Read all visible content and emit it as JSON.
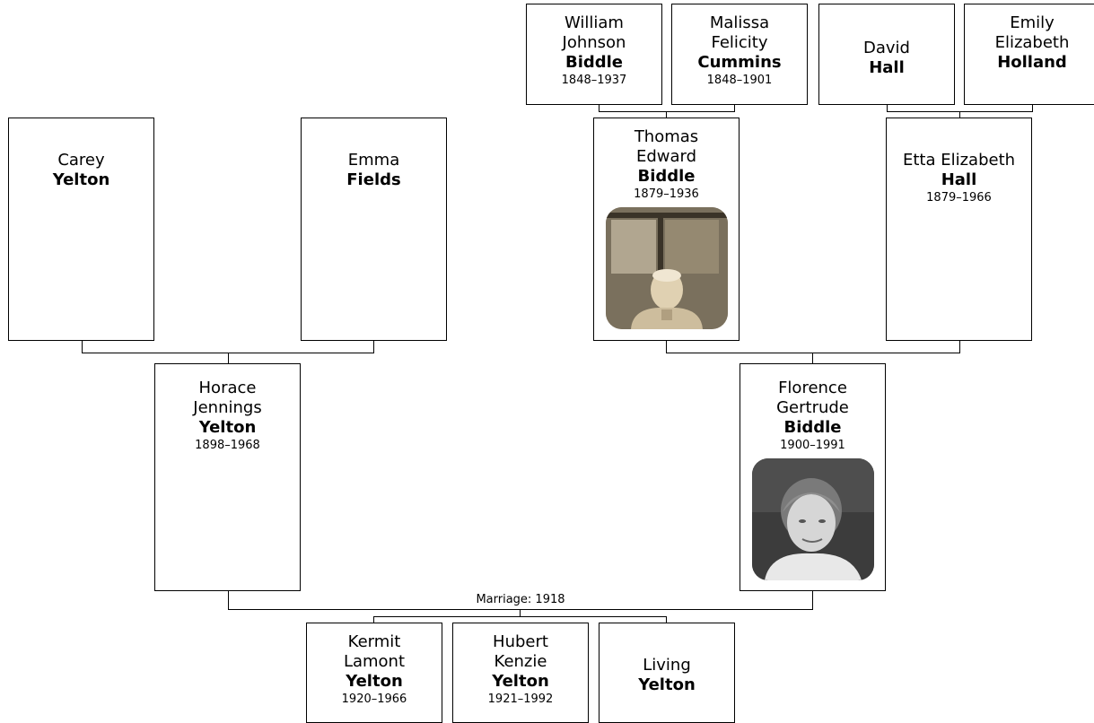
{
  "people": {
    "william_biddle": {
      "given": "William Johnson",
      "surname": "Biddle",
      "dates": "1848–1937"
    },
    "malissa_cummins": {
      "given": "Malissa Felicity",
      "surname": "Cummins",
      "dates": "1848–1901"
    },
    "david_hall": {
      "given": "David",
      "surname": "Hall",
      "dates": ""
    },
    "emily_holland": {
      "given": "Emily Elizabeth",
      "surname": "Holland",
      "dates": ""
    },
    "carey_yelton": {
      "given": "Carey",
      "surname": "Yelton",
      "dates": ""
    },
    "emma_fields": {
      "given": "Emma",
      "surname": "Fields",
      "dates": ""
    },
    "thomas_biddle": {
      "given": "Thomas Edward",
      "surname": "Biddle",
      "dates": "1879–1936",
      "photo": "sepia portrait of an older man"
    },
    "etta_hall": {
      "given": "Etta Elizabeth",
      "surname": "Hall",
      "dates": "1879–1966"
    },
    "horace_yelton": {
      "given": "Horace Jennings",
      "surname": "Yelton",
      "dates": "1898–1968"
    },
    "florence_biddle": {
      "given": "Florence Gertrude",
      "surname": "Biddle",
      "dates": "1900–1991",
      "photo": "black and white portrait of a young woman"
    },
    "kermit_yelton": {
      "given": "Kermit Lamont",
      "surname": "Yelton",
      "dates": "1920–1966"
    },
    "hubert_yelton": {
      "given": "Hubert Kenzie",
      "surname": "Yelton",
      "dates": "1921–1992"
    },
    "living_yelton": {
      "given": "Living",
      "surname": "Yelton",
      "dates": ""
    }
  },
  "marriage_label": "Marriage: 1918"
}
